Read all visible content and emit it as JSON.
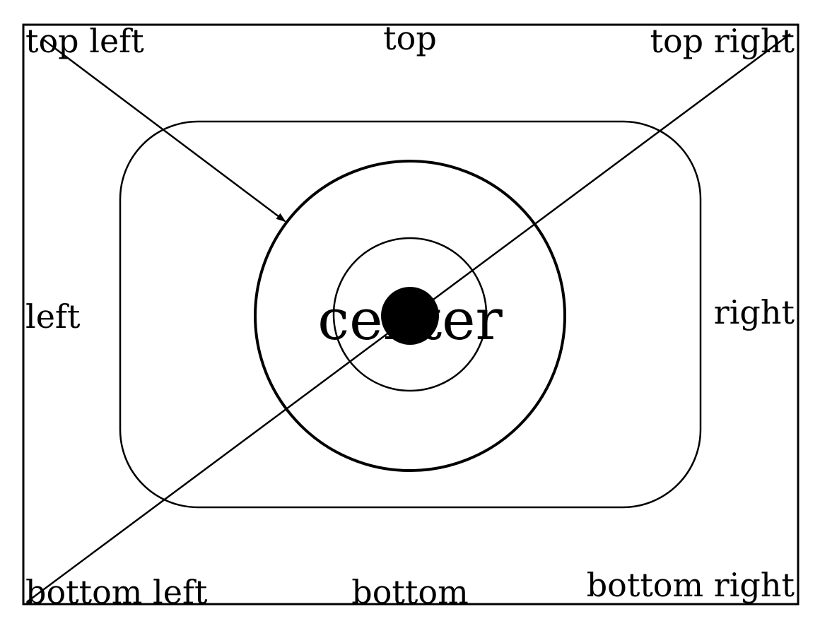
{
  "labels": {
    "top_left": "top left",
    "top": "top",
    "top_right": "top right",
    "left": "left",
    "center": "center",
    "right": "right",
    "bottom_left": "bottom left",
    "bottom": "bottom",
    "bottom_right": "bottom right"
  },
  "colors": {
    "stroke": "#000000",
    "background": "#ffffff"
  }
}
